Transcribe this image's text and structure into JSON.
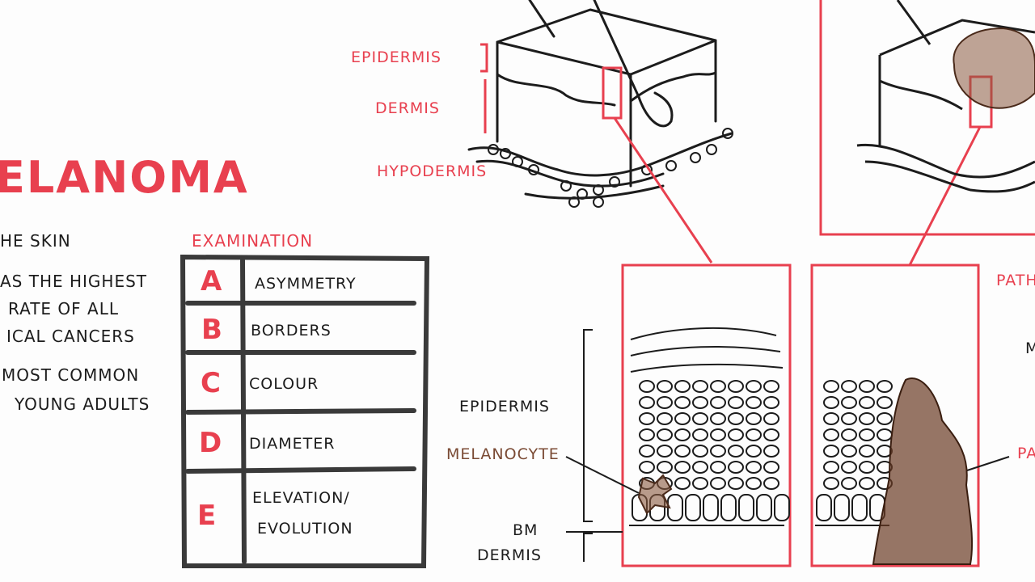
{
  "title": "ELANOMA",
  "bullets": [
    "HE SKIN",
    "AS THE HIGHEST",
    "RATE OF ALL",
    "ICAL CANCERS",
    "MOST COMMON",
    "YOUNG ADULTS"
  ],
  "skin_layers": {
    "epidermis": "EPIDERMIS",
    "dermis": "DERMIS",
    "hypodermis": "HYPODERMIS"
  },
  "examination": {
    "heading": "EXAMINATION",
    "rows": [
      {
        "letter": "A",
        "criterion": "ASYMMETRY"
      },
      {
        "letter": "B",
        "criterion": "BORDERS"
      },
      {
        "letter": "C",
        "criterion": "COLOUR"
      },
      {
        "letter": "D",
        "criterion": "DIAMETER"
      },
      {
        "letter": "E",
        "criterion": "ELEVATION/",
        "criterion_2": "EVOLUTION"
      }
    ]
  },
  "cross_section": {
    "epidermis": "EPIDERMIS",
    "melanocyte": "MELANOCYTE",
    "bm": "BM",
    "dermis": "DERMIS"
  },
  "right_partial": {
    "top": "PATH",
    "mid": "M",
    "bottom": "PA"
  },
  "colors": {
    "accent_red": "#e8404f",
    "ink": "#1c1c1c",
    "brown": "#7a4a34"
  }
}
